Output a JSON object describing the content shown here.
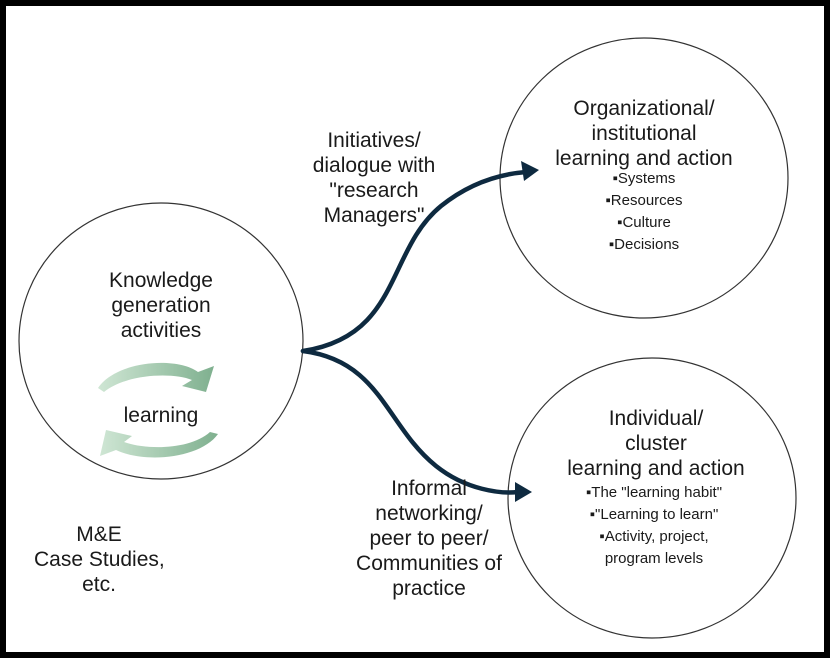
{
  "diagram": {
    "left_node": {
      "title_lines": [
        "Knowledge",
        "generation",
        "activities"
      ],
      "cycle_label": "learning",
      "caption_lines": [
        "M&E",
        "Case Studies,",
        "etc."
      ]
    },
    "top_node": {
      "title_lines": [
        "Organizational/",
        "institutional",
        "learning and action"
      ],
      "bullets": [
        "▪Systems",
        "▪Resources",
        "▪Culture",
        "▪Decisions"
      ]
    },
    "bottom_node": {
      "title_lines": [
        "Individual/",
        "cluster",
        "learning and action"
      ],
      "bullets": [
        "▪The \"learning habit\"",
        "▪\"Learning to learn\"",
        "▪Activity, project,",
        "program levels"
      ]
    },
    "top_arrow_label_lines": [
      "Initiatives/",
      "dialogue with",
      "\"research",
      "Managers\""
    ],
    "bottom_arrow_label_lines": [
      "Informal",
      "networking/",
      "peer to peer/",
      "Communities of",
      "practice"
    ],
    "colors": {
      "arrow": "#0e2a40",
      "cycle_dark": "#7fb08f",
      "cycle_light": "#cfe6d4",
      "border": "#000000"
    }
  }
}
